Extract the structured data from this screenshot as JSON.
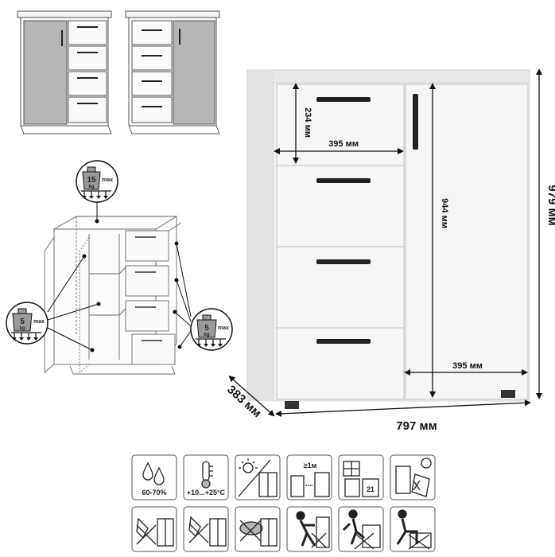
{
  "dimensions": {
    "drawer_height": "234 мм",
    "drawer_width": "395 мм",
    "door_height": "944 мм",
    "door_width": "395 мм",
    "total_height": "979 мм",
    "total_width": "797 мм",
    "depth": "383 мм"
  },
  "load_badges": {
    "top": {
      "weight": "15",
      "unit": "kg",
      "max": "max"
    },
    "shelf": {
      "weight": "5",
      "unit": "kg",
      "max": "max"
    },
    "drawer": {
      "weight": "5",
      "unit": "kg",
      "max": "max"
    }
  },
  "care_icons": {
    "humidity": "60-70%",
    "temperature": "+10...+25°C",
    "distance": "≥1м",
    "calendar": "21"
  },
  "colors": {
    "body": "#f2f2f0",
    "door_grey": "#b5b5b5",
    "handle": "#222222",
    "outline": "#555555",
    "dim_line": "#111111"
  }
}
